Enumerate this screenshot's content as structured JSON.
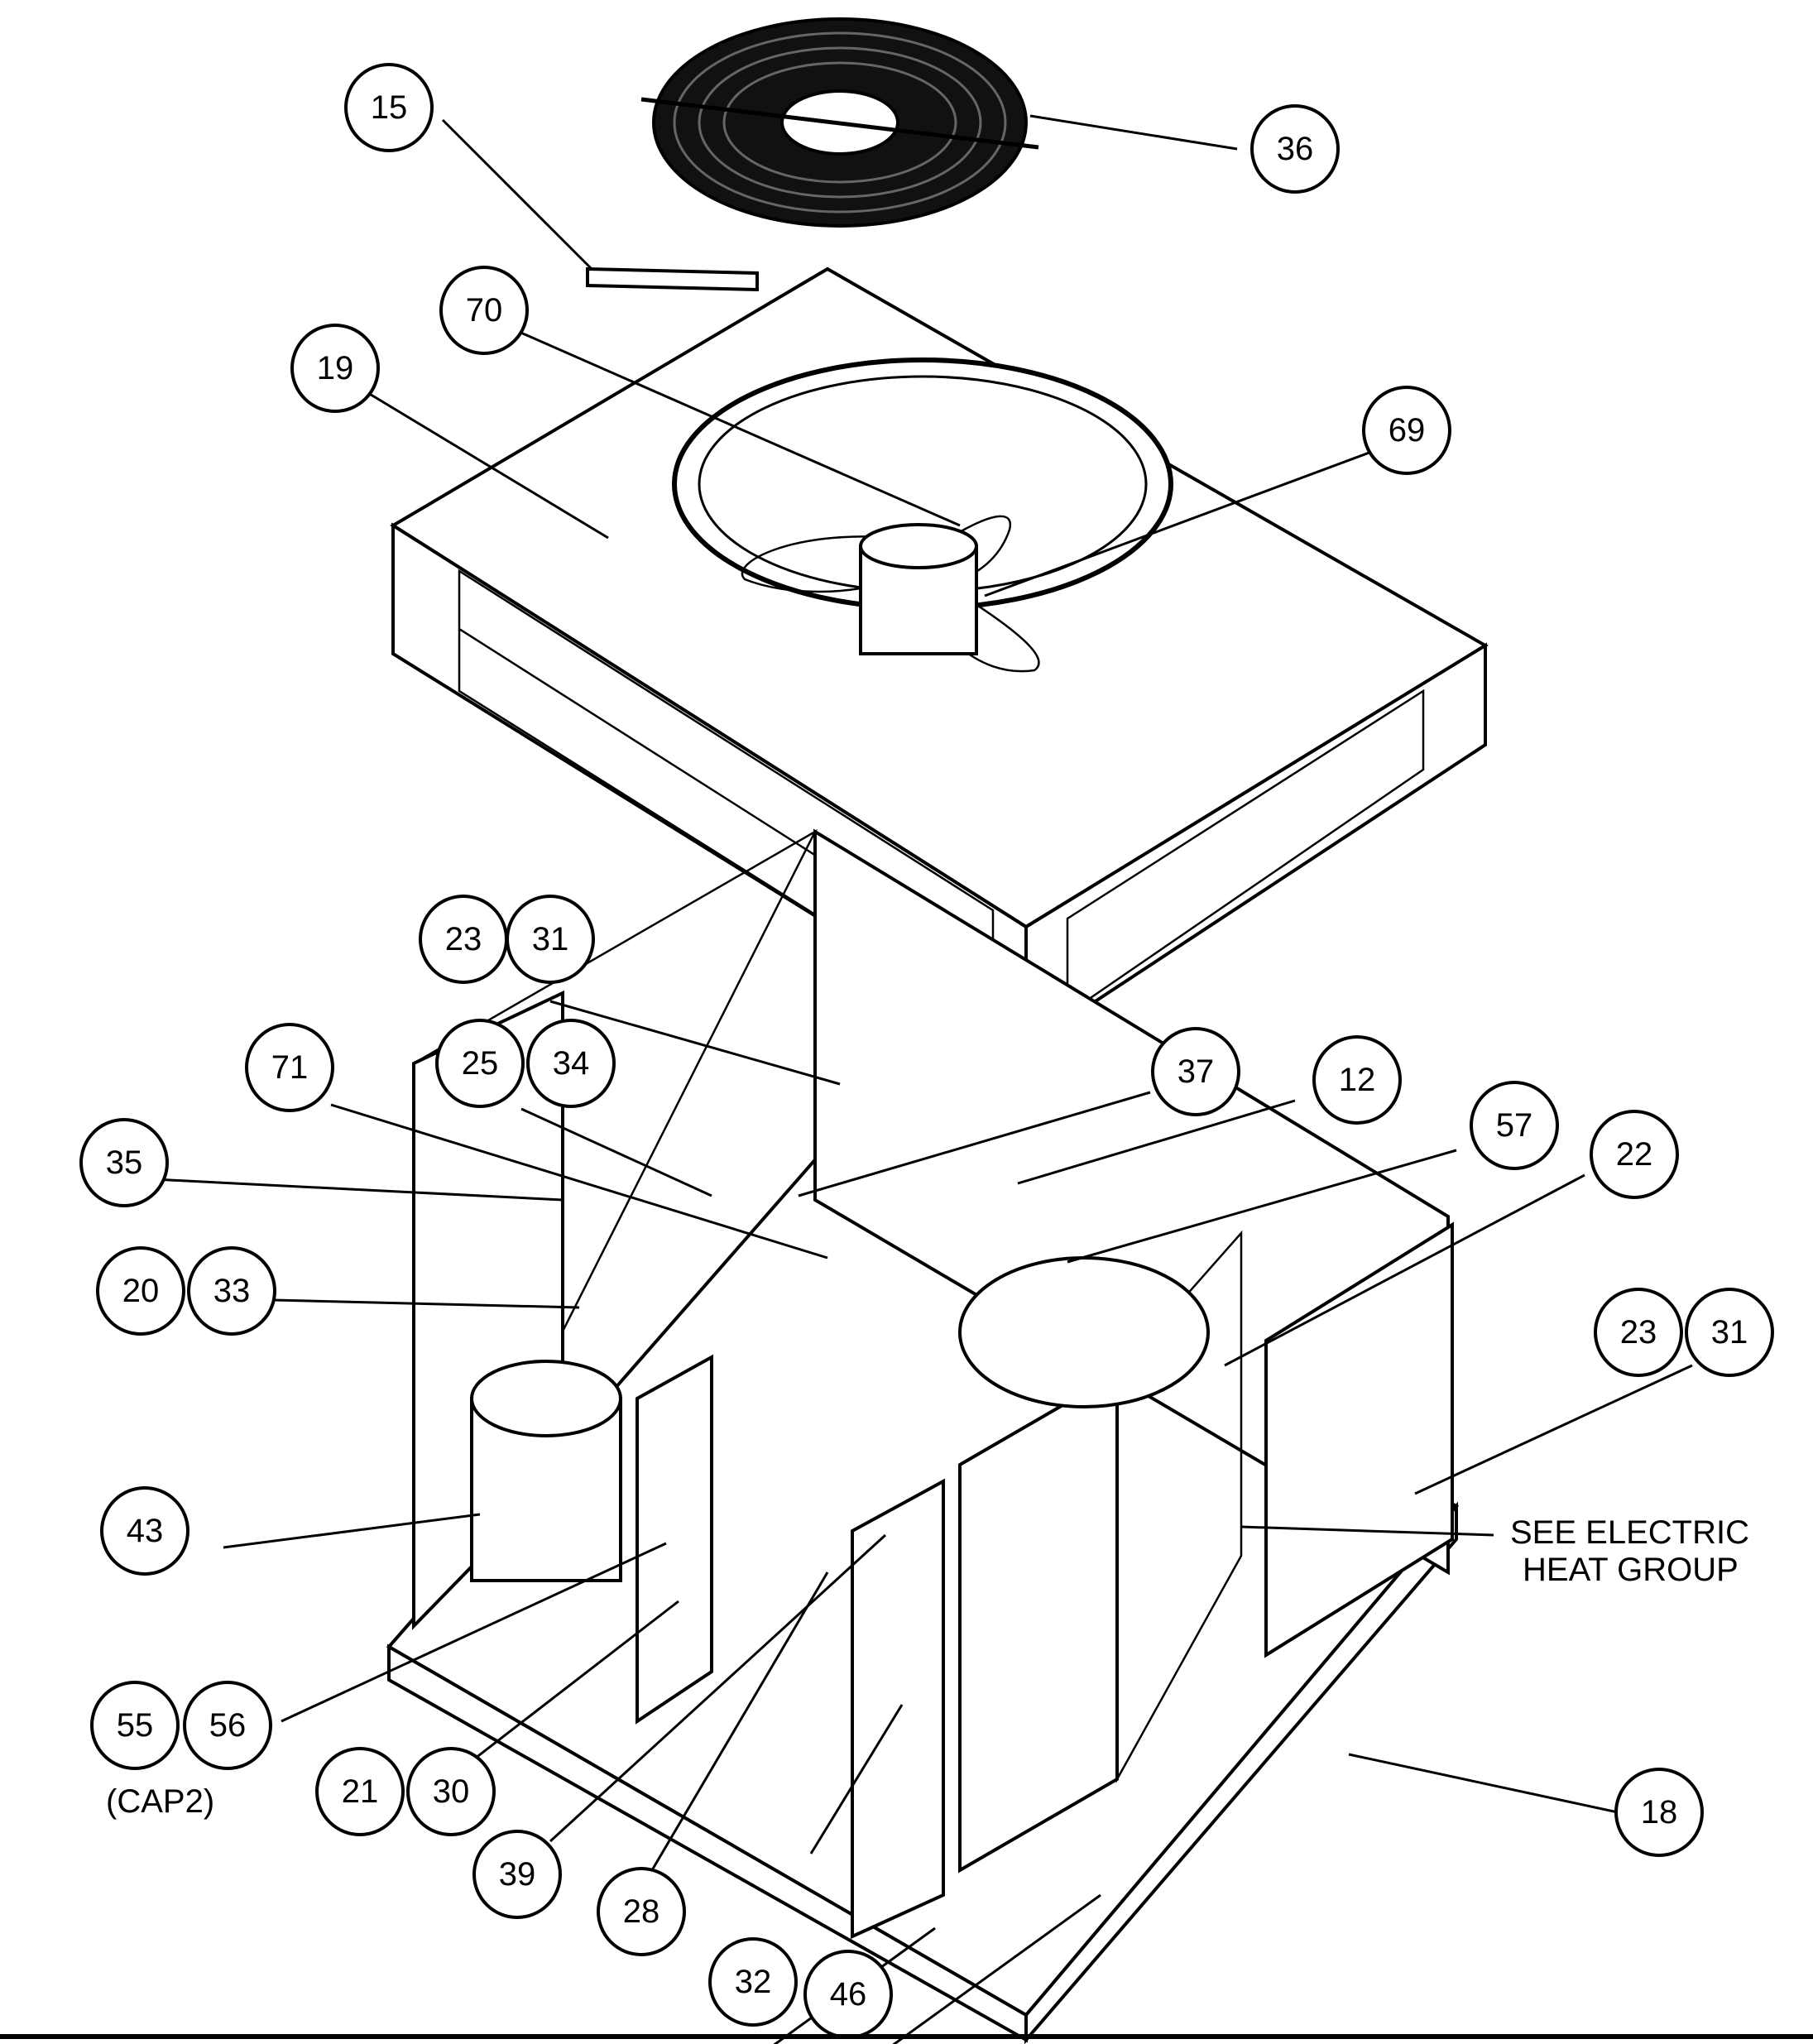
{
  "callouts": [
    {
      "id": "c15",
      "text": "15"
    },
    {
      "id": "c36",
      "text": "36"
    },
    {
      "id": "c70",
      "text": "70"
    },
    {
      "id": "c19",
      "text": "19"
    },
    {
      "id": "c69",
      "text": "69"
    },
    {
      "id": "c23a",
      "text": "23"
    },
    {
      "id": "c31a",
      "text": "31"
    },
    {
      "id": "c25",
      "text": "25"
    },
    {
      "id": "c34",
      "text": "34"
    },
    {
      "id": "c71",
      "text": "71"
    },
    {
      "id": "c37",
      "text": "37"
    },
    {
      "id": "c12",
      "text": "12"
    },
    {
      "id": "c57",
      "text": "57"
    },
    {
      "id": "c22",
      "text": "22"
    },
    {
      "id": "c35",
      "text": "35"
    },
    {
      "id": "c20",
      "text": "20"
    },
    {
      "id": "c33",
      "text": "33"
    },
    {
      "id": "c23b",
      "text": "23"
    },
    {
      "id": "c31b",
      "text": "31"
    },
    {
      "id": "c43",
      "text": "43"
    },
    {
      "id": "c55",
      "text": "55"
    },
    {
      "id": "c56",
      "text": "56"
    },
    {
      "id": "c21",
      "text": "21"
    },
    {
      "id": "c30",
      "text": "30"
    },
    {
      "id": "c39",
      "text": "39"
    },
    {
      "id": "c28",
      "text": "28"
    },
    {
      "id": "c32",
      "text": "32"
    },
    {
      "id": "c46",
      "text": "46"
    },
    {
      "id": "c18",
      "text": "18"
    }
  ],
  "labels": {
    "cap2": "(CAP2)",
    "see_electric_line1": "SEE ELECTRIC",
    "see_electric_line2": "HEAT GROUP"
  }
}
